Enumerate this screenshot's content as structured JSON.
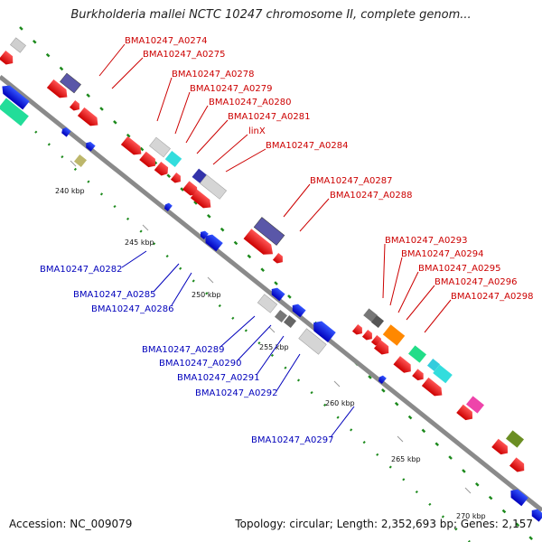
{
  "title": "Burkholderia mallei NCTC 10247 chromosome II, complete genom...",
  "accession": "Accession: NC_009079",
  "summary": "Topology: circular; Length: 2,352,693 bp; Genes: 2,157",
  "colors": {
    "forward_label": "#cc0000",
    "reverse_label": "#0000bb",
    "backbone": "#8a8a8a",
    "tick_dots": "#228822"
  },
  "tick_labels": [
    "240 kbp",
    "245 kbp",
    "250 kbp",
    "255 kbp",
    "260 kbp",
    "265 kbp",
    "270 kbp"
  ],
  "forward_labels": [
    "BMA10247_A0274",
    "BMA10247_A0275",
    "BMA10247_A0278",
    "BMA10247_A0279",
    "BMA10247_A0280",
    "BMA10247_A0281",
    "linX",
    "BMA10247_A0284",
    "BMA10247_A0287",
    "BMA10247_A0288",
    "BMA10247_A0293",
    "BMA10247_A0294",
    "BMA10247_A0295",
    "BMA10247_A0296",
    "BMA10247_A0298"
  ],
  "reverse_labels": [
    "BMA10247_A0282",
    "BMA10247_A0285",
    "BMA10247_A0286",
    "BMA10247_A0289",
    "BMA10247_A0290",
    "BMA10247_A0291",
    "BMA10247_A0292",
    "BMA10247_A0297"
  ]
}
